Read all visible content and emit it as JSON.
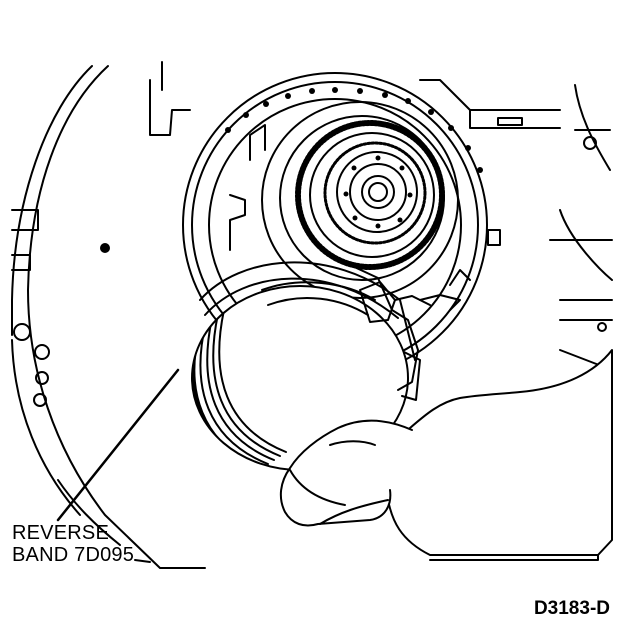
{
  "callout": {
    "line1": "REVERSE",
    "line2": "BAND 7D095"
  },
  "figure_id": "D3183-D",
  "colors": {
    "ink": "#000000",
    "paper": "#ffffff"
  }
}
